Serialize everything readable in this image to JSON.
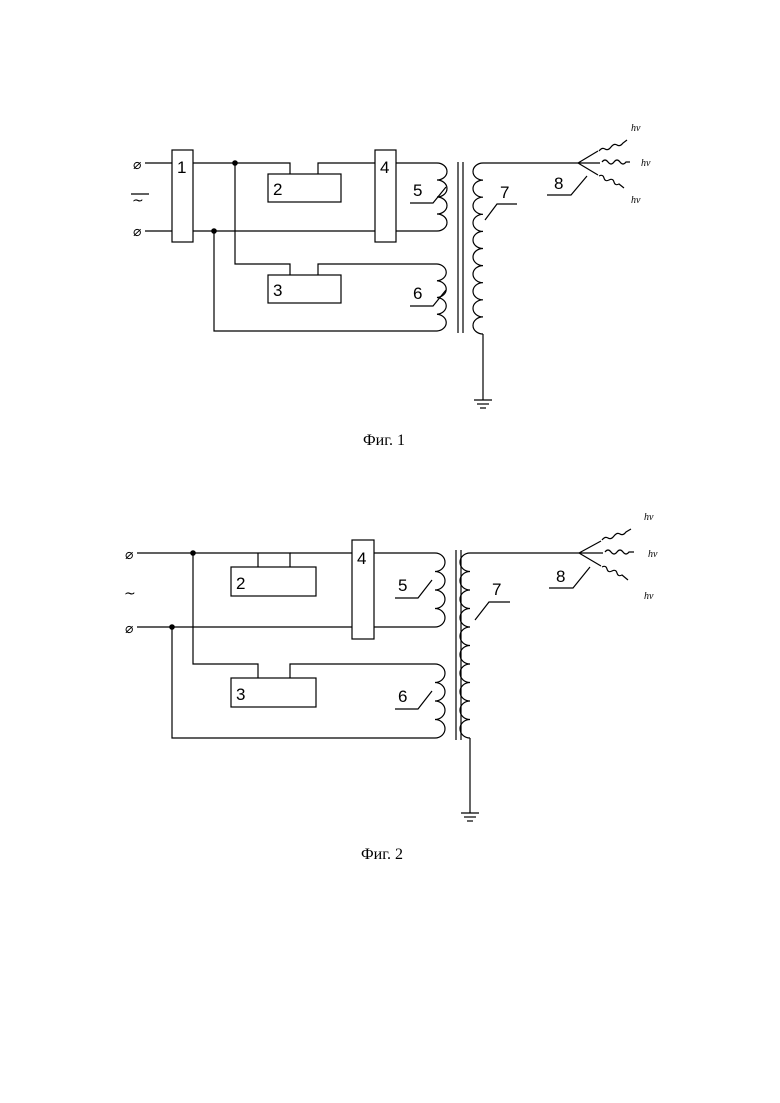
{
  "fig1": {
    "caption": "Фиг. 1",
    "labels": {
      "b1": "1",
      "b2": "2",
      "b3": "3",
      "b4": "4",
      "c5": "5",
      "c6": "6",
      "c7": "7",
      "e8": "8"
    },
    "terminal_symbol": "⌀",
    "ac_symbol": "~",
    "photon": "hν"
  },
  "fig2": {
    "caption": "Фиг. 2",
    "labels": {
      "b2": "2",
      "b3": "3",
      "b4": "4",
      "c5": "5",
      "c6": "6",
      "c7": "7",
      "e8": "8"
    },
    "terminal_symbol": "⌀",
    "ac_symbol": "~",
    "photon": "hν"
  }
}
